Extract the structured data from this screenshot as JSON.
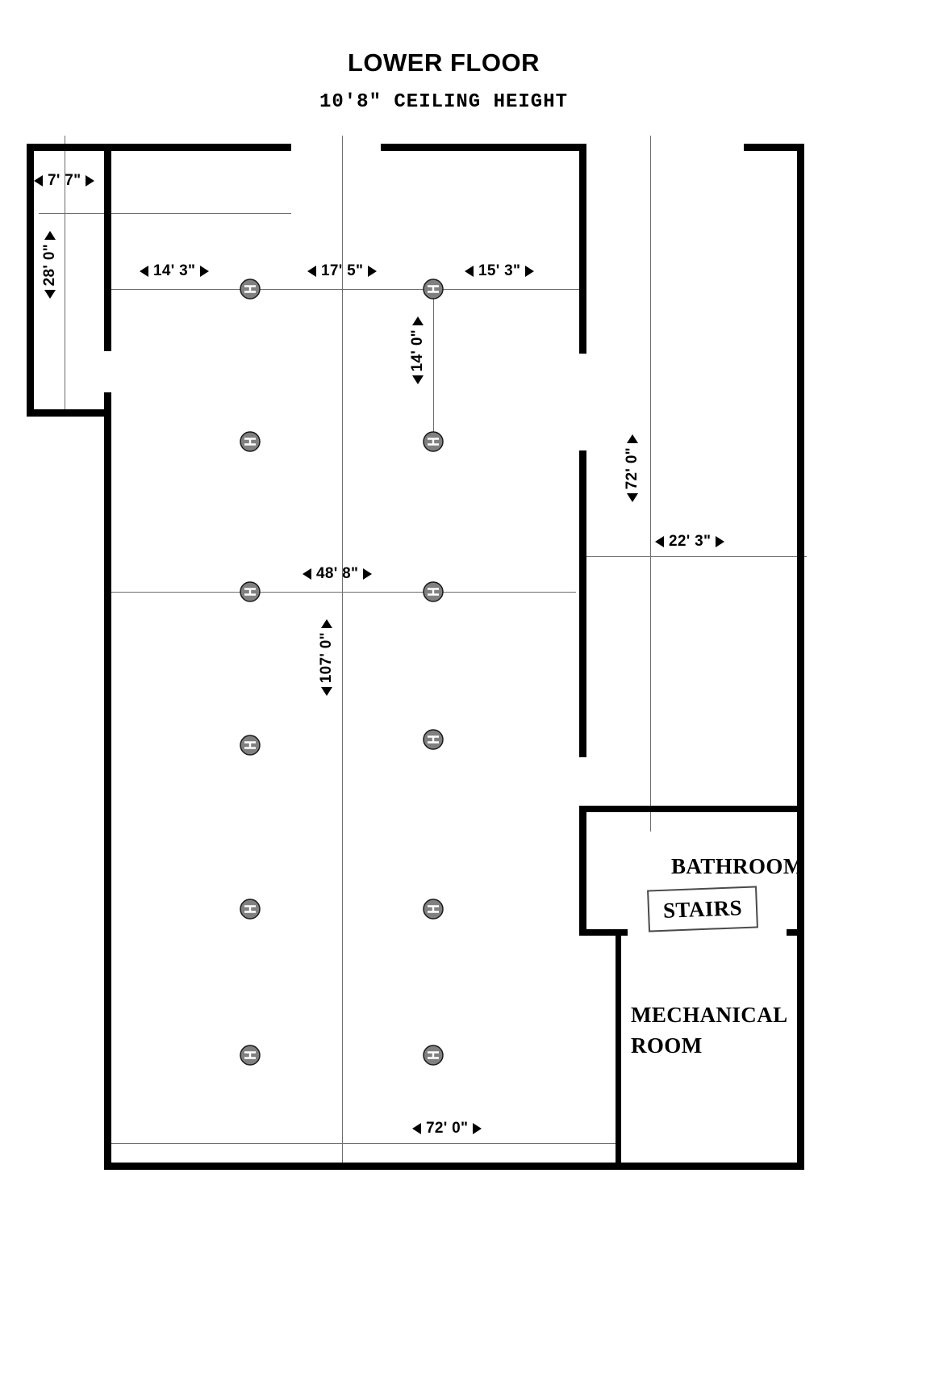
{
  "header": {
    "title": "LOWER FLOOR",
    "subtitle": "10'8\" CEILING HEIGHT"
  },
  "dimensions": {
    "left_bay_width": "7' 7\"",
    "left_bay_height": "28' 0\"",
    "bay_1_width": "14' 3\"",
    "bay_2_width": "17' 5\"",
    "bay_3_width": "15' 3\"",
    "upper_column_drop": "14' 0\"",
    "right_wing_height": "72' 0\"",
    "right_room_width": "22' 3\"",
    "mid_span_width": "48' 8\"",
    "overall_depth": "107' 0\"",
    "overall_width": "72' 0\""
  },
  "rooms": [
    {
      "name": "BATHROOM"
    },
    {
      "name": "STAIRS"
    },
    {
      "name": "MECHANICAL ROOM"
    }
  ],
  "room_labels": {
    "bathroom": "BATHROOM",
    "stairs": "STAIRS",
    "mechanical_line1": "MECHANICAL",
    "mechanical_line2": "ROOM"
  },
  "colors": {
    "wall": "#000000",
    "dimension_line": "#6e6e6e",
    "column_fill": "#808080",
    "text": "#000000",
    "background": "#ffffff"
  },
  "columns": {
    "count": 12,
    "icon": "steel-column-i-beam-icon"
  }
}
